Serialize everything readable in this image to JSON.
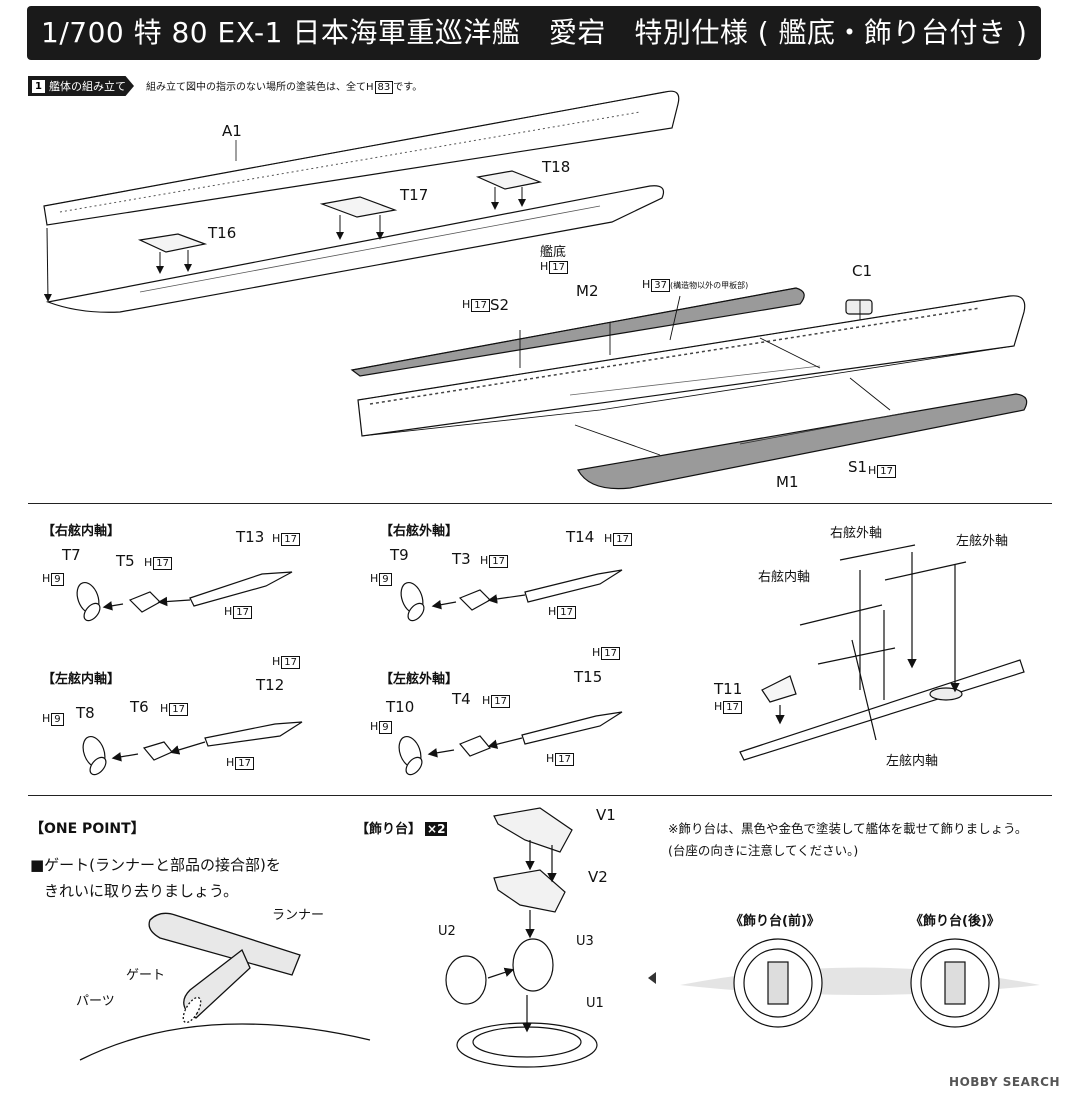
{
  "title": "1/700 特 80 EX-1 日本海軍重巡洋艦　愛宕　特別仕様 ( 艦底・飾り台付き )",
  "step1": {
    "number": "1",
    "label": "艦体の組み立て",
    "note_prefix": "組み立て図中の指示のない場所の塗装色は、全て",
    "note_color": "83",
    "note_suffix": "です。"
  },
  "hull_parts": {
    "a1": "A1",
    "t16": "T16",
    "t17": "T17",
    "t18": "T18",
    "kantei": "艦底",
    "kantei_color": "17",
    "c1": "C1",
    "m2": "M2",
    "s2": "S2",
    "s2_color": "17",
    "m2_color": "37",
    "m2_note": "(構造物以外の甲板部)",
    "m1": "M1",
    "s1": "S1",
    "s1_color": "17"
  },
  "shafts": {
    "starboard_inner": {
      "title": "【右舷内軸】",
      "prop": "T7",
      "prop_color": "9",
      "bracket": "T5",
      "bracket_color": "17",
      "shaft": "T13",
      "shaft_color": "17",
      "shaft_color2": "17"
    },
    "starboard_outer": {
      "title": "【右舷外軸】",
      "prop": "T9",
      "prop_color": "9",
      "bracket": "T3",
      "bracket_color": "17",
      "shaft": "T14",
      "shaft_color": "17",
      "shaft_color2": "17"
    },
    "port_inner": {
      "title": "【左舷内軸】",
      "prop": "T8",
      "prop_color": "9",
      "bracket": "T6",
      "bracket_color": "17",
      "shaft": "T12",
      "shaft_color": "17",
      "shaft_color2": "17"
    },
    "port_outer": {
      "title": "【左舷外軸】",
      "prop": "T10",
      "prop_color": "9",
      "bracket": "T4",
      "bracket_color": "17",
      "shaft": "T15",
      "shaft_color": "17",
      "shaft_color2": "17"
    }
  },
  "shaft_assembly": {
    "starboard_outer": "右舷外軸",
    "port_outer": "左舷外軸",
    "starboard_inner": "右舷内軸",
    "port_inner": "左舷内軸",
    "t11": "T11",
    "t11_color": "17"
  },
  "h_prefix": "H",
  "one_point": {
    "title": "【ONE POINT】",
    "line1": "■ゲート(ランナーと部品の接合部)を",
    "line2": "きれいに取り去りましょう。",
    "runner": "ランナー",
    "gate": "ゲート",
    "part": "パーツ"
  },
  "stand": {
    "title": "【飾り台】",
    "multiplier": "×2",
    "v1": "V1",
    "v2": "V2",
    "u1": "U1",
    "u2": "U2",
    "u3": "U3",
    "note_line1": "※飾り台は、黒色や金色で塗装して艦体を載せて飾りましょう。",
    "note_line2": "(台座の向きに注意してください。)",
    "front": "《飾り台(前)》",
    "rear": "《飾り台(後)》"
  },
  "watermark": "HOBBY SEARCH"
}
